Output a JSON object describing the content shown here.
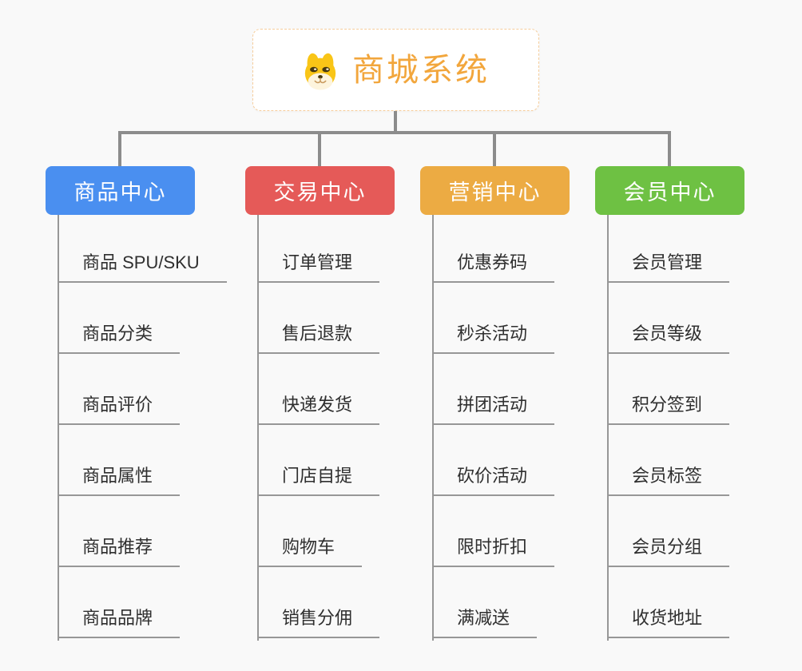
{
  "root": {
    "title": "商城系统",
    "icon": "shiba-dog-icon"
  },
  "colors": {
    "root_text": "#f2a63c",
    "root_border": "#f6cd9b",
    "connector": "#8c8c8c",
    "item_line": "#979797",
    "background": "#f9f9f9",
    "leaf_text": "#2f2f2f"
  },
  "branches": [
    {
      "label": "商品中心",
      "color": "#4a8ff0",
      "items": [
        "商品 SPU/SKU",
        "商品分类",
        "商品评价",
        "商品属性",
        "商品推荐",
        "商品品牌"
      ]
    },
    {
      "label": "交易中心",
      "color": "#e55a58",
      "items": [
        "订单管理",
        "售后退款",
        "快递发货",
        "门店自提",
        "购物车",
        "销售分佣"
      ]
    },
    {
      "label": "营销中心",
      "color": "#ecab43",
      "items": [
        "优惠券码",
        "秒杀活动",
        "拼团活动",
        "砍价活动",
        "限时折扣",
        "满减送"
      ]
    },
    {
      "label": "会员中心",
      "color": "#6ec143",
      "items": [
        "会员管理",
        "会员等级",
        "积分签到",
        "会员标签",
        "会员分组",
        "收货地址"
      ]
    }
  ]
}
